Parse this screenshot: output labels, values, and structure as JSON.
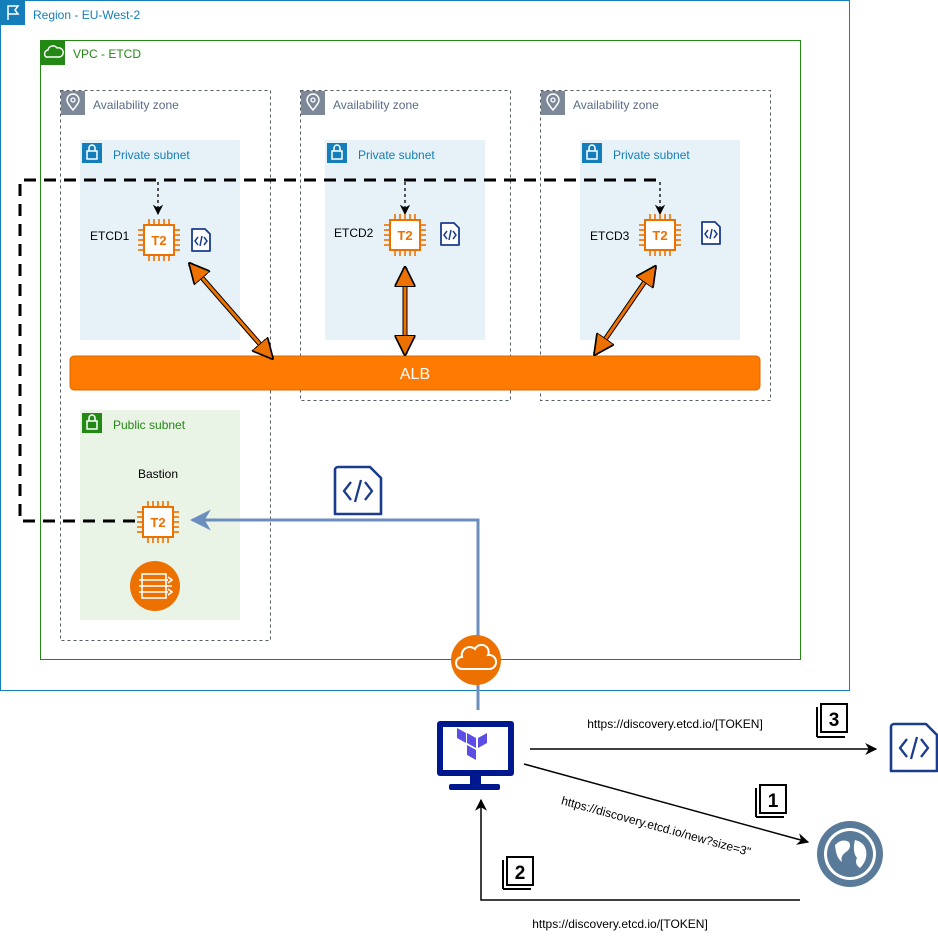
{
  "region": {
    "label": "Region - EU-West-2",
    "color": "#147EBA"
  },
  "vpc": {
    "label": "VPC - ETCD",
    "color": "#248814"
  },
  "zones": [
    {
      "label": "Availability zone"
    },
    {
      "label": "Availability zone"
    },
    {
      "label": "Availability zone"
    }
  ],
  "subnets": {
    "private": [
      {
        "label": "Private subnet"
      },
      {
        "label": "Private subnet"
      },
      {
        "label": "Private subnet"
      }
    ],
    "public": {
      "label": "Public subnet"
    }
  },
  "instances": [
    {
      "name": "ETCD1",
      "chip": "T2"
    },
    {
      "name": "ETCD2",
      "chip": "T2"
    },
    {
      "name": "ETCD3",
      "chip": "T2"
    }
  ],
  "bastion": {
    "name": "Bastion",
    "chip": "T2"
  },
  "alb": {
    "label": "ALB",
    "color": "#FF7A00"
  },
  "flow": {
    "step1": {
      "number": "1",
      "url": "https://discovery.etcd.io/new?size=3\""
    },
    "step2": {
      "number": "2",
      "url": "https://discovery.etcd.io/[TOKEN]"
    },
    "step3": {
      "number": "3",
      "url": "https://discovery.etcd.io/[TOKEN]"
    }
  },
  "colors": {
    "orange": "#ED7100",
    "blue_dark": "#00188D",
    "subnet_private": "#E6F2F8",
    "subnet_public": "#E9F3E6",
    "connector_blue": "#6C8EBF"
  },
  "icons": [
    "region-flag-icon",
    "vpc-cloud-icon",
    "location-pin-icon",
    "lock-icon",
    "ec2-chip-icon",
    "code-script-icon",
    "nat-gateway-icon",
    "cloudfront-cloud-icon",
    "terraform-monitor-icon",
    "globe-icon",
    "step-number-icon"
  ]
}
